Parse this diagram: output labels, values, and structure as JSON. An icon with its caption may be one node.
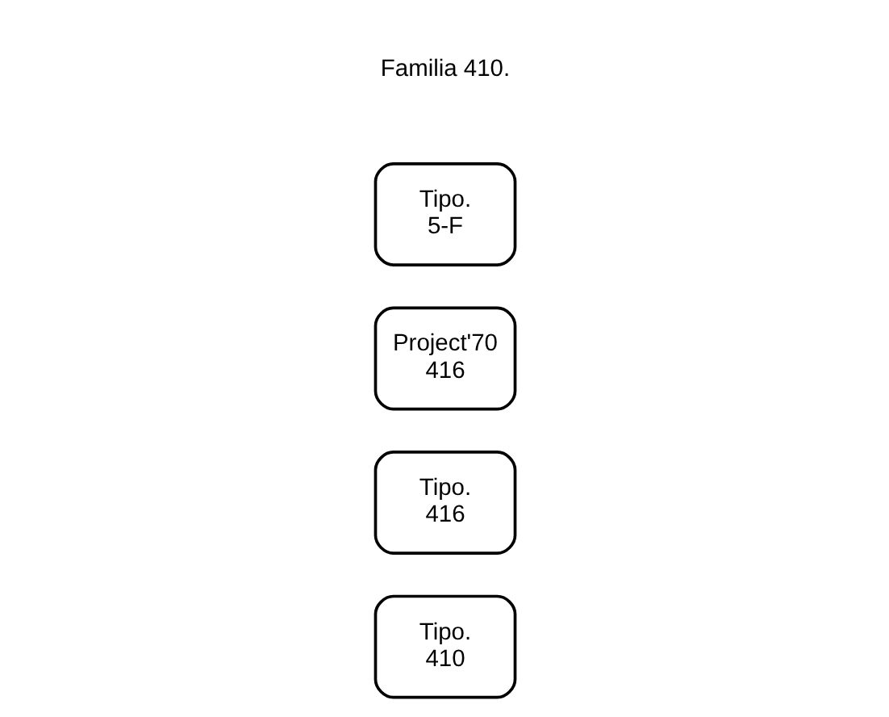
{
  "diagram": {
    "nodes": [
      {
        "text": [
          "Tipo. 5-F"
        ]
      },
      {
        "text": [
          "Project'70 416"
        ]
      },
      {
        "text": [
          "Tipo. 416"
        ]
      },
      {
        "text": [
          "Tipo. 410"
        ]
      }
    ],
    "labels": [
      "Familia 410."
    ]
  }
}
